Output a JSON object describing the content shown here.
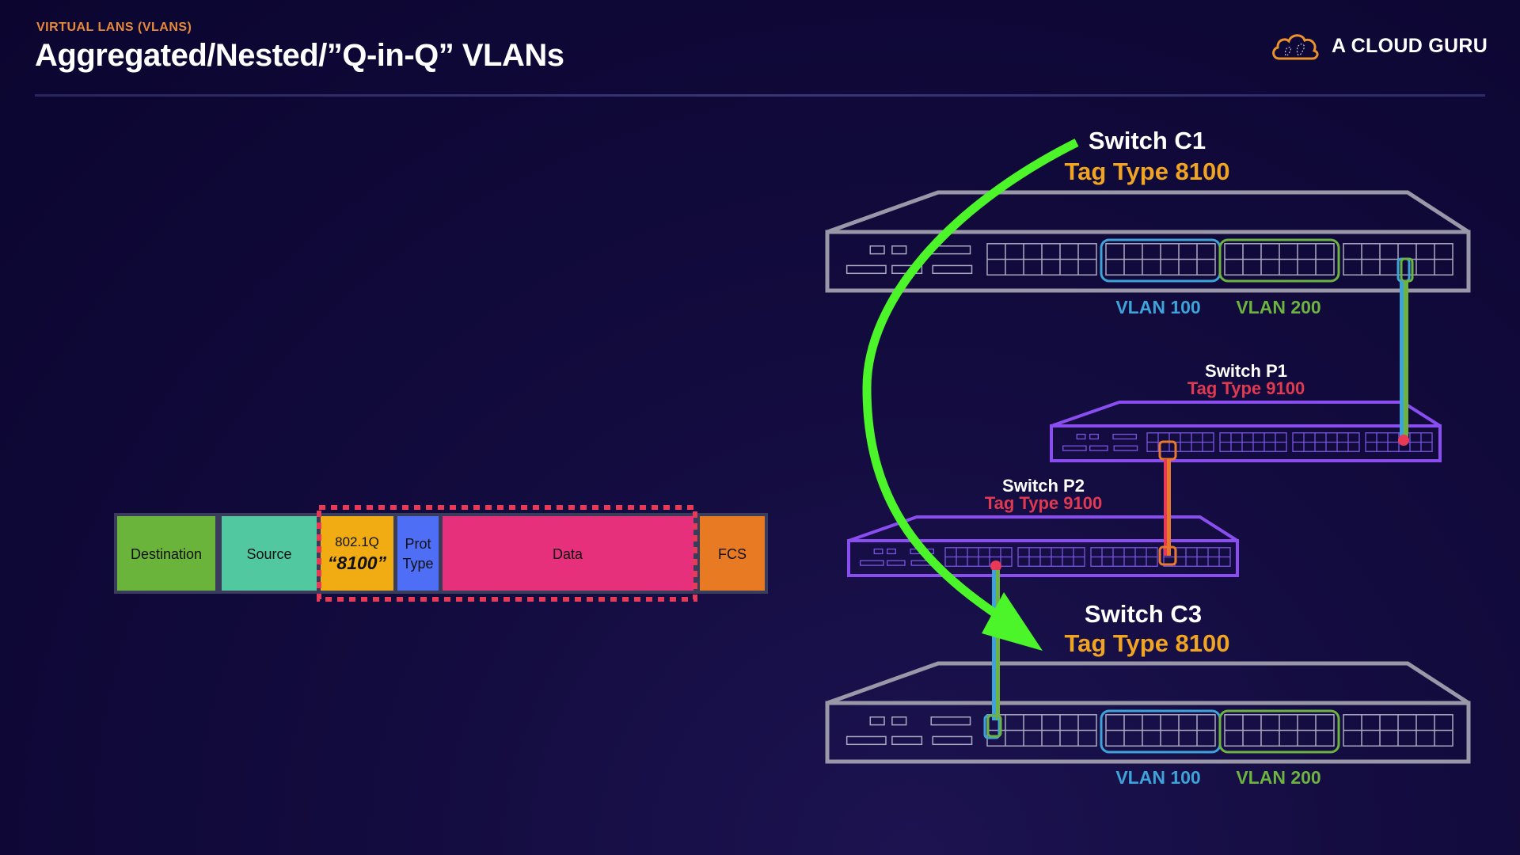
{
  "header": {
    "section": "VIRTUAL LANS (VLANS)",
    "title": "Aggregated/Nested/”Q-in-Q” VLANs"
  },
  "brand": {
    "logo_icon": "cloud-icon",
    "name": "A CLOUD GURU"
  },
  "frame": {
    "fields": [
      {
        "label": "Destination",
        "color": "#6bb43b"
      },
      {
        "label": "Source",
        "color": "#52c8a0"
      },
      {
        "label": "802.1Q",
        "value": "“8100”",
        "color": "#f0ac12"
      },
      {
        "label": "Prot",
        "label2": "Type",
        "color": "#4f6ef6"
      },
      {
        "label": "Data",
        "color": "#e6307c"
      },
      {
        "label": "FCS",
        "color": "#e87a24"
      }
    ],
    "highlight_color": "#e83a56"
  },
  "switches": {
    "c1": {
      "name": "Switch C1",
      "tag": "Tag Type 8100",
      "tag_color": "#f0a424"
    },
    "p1": {
      "name": "Switch P1",
      "tag": "Tag Type 9100",
      "tag_color": "#e03a52"
    },
    "p2": {
      "name": "Switch P2",
      "tag": "Tag Type 9100",
      "tag_color": "#e03a52"
    },
    "c3": {
      "name": "Switch C3",
      "tag": "Tag Type 8100",
      "tag_color": "#f0a424"
    }
  },
  "vlans": {
    "c1": [
      {
        "label": "VLAN 100",
        "color": "#3ea3d8"
      },
      {
        "label": "VLAN 200",
        "color": "#6cb340"
      }
    ],
    "c3": [
      {
        "label": "VLAN 100",
        "color": "#3ea3d8"
      },
      {
        "label": "VLAN 200",
        "color": "#6cb340"
      }
    ]
  },
  "colors": {
    "customer_switch": "#9a98a8",
    "provider_switch": "#8a4df0",
    "arrow": "#4cf52a",
    "provider_link": "#e8782a",
    "endpoint_dot": "#e83a56"
  }
}
